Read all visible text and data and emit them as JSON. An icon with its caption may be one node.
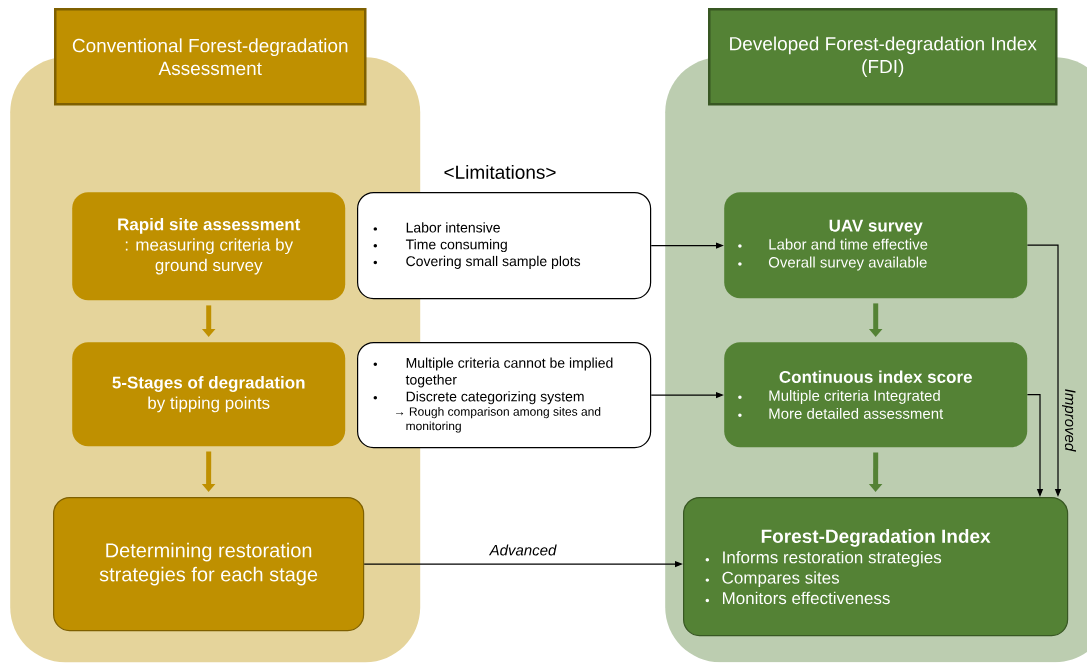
{
  "diagram": {
    "nodes": [
      {
        "text": [
          "Conventional Forest-degradation Assessment"
        ]
      },
      {
        "text": [
          "Rapid site assessment",
          ": measuring criteria by ground survey"
        ],
        "in": 0
      },
      {
        "text": [
          "5-Stages of degradation",
          "by tipping points"
        ],
        "in": 0
      },
      {
        "text": [
          "Determining restoration strategies for each stage"
        ],
        "in": 0
      },
      {
        "text": [
          "Labor intensive",
          "Time consuming",
          "Covering small sample plots"
        ]
      },
      {
        "text": [
          "Multiple criteria cannot be implied together",
          "Discrete categorizing system",
          "→ Rough comparison among sites and monitoring"
        ]
      },
      {
        "text": [
          "Developed Forest-degradation Index (FDI)"
        ]
      },
      {
        "text": [
          "UAV survey",
          "Labor and time effective",
          "Overall survey available"
        ],
        "in": 6
      },
      {
        "text": [
          "Continuous index score",
          "Multiple criteria Integrated",
          "More detailed assessment"
        ],
        "in": 6
      },
      {
        "text": [
          "Forest-Degradation Index",
          "Informs restoration strategies",
          "Compares sites",
          "Monitors effectiveness"
        ],
        "in": 6
      }
    ],
    "edges": [
      {
        "from": 1,
        "to": 2,
        "arrow": "to",
        "style": "thick",
        "color": "#bf9000"
      },
      {
        "from": 2,
        "to": 3,
        "arrow": "to",
        "style": "thick",
        "color": "#bf9000"
      },
      {
        "from": 4,
        "to": 7,
        "arrow": "to"
      },
      {
        "from": 5,
        "to": 8,
        "arrow": "to"
      },
      {
        "from": 7,
        "to": 8,
        "arrow": "to",
        "style": "thick",
        "color": "#548235"
      },
      {
        "from": 8,
        "to": 9,
        "arrow": "to",
        "style": "thick",
        "color": "#548235"
      },
      {
        "from": 3,
        "to": 9,
        "arrow": "to",
        "label": "Advanced"
      },
      {
        "from": 7,
        "to": 9,
        "arrow": "to",
        "label": "Improved"
      },
      {
        "from": 8,
        "to": 9,
        "arrow": "to"
      }
    ],
    "labels": [
      "<Limitations>"
    ]
  }
}
